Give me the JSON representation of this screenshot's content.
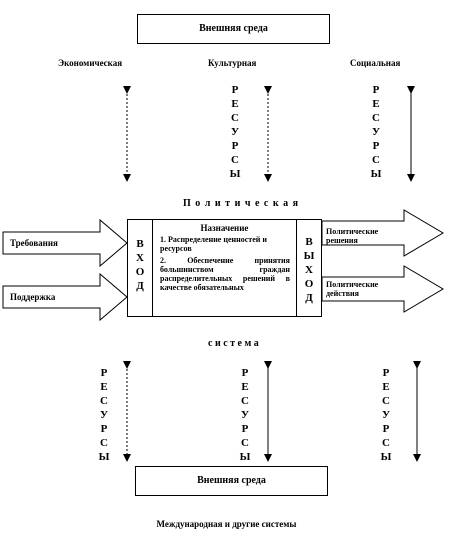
{
  "top_env_box": {
    "label": "Внешняя среда"
  },
  "bottom_env_box": {
    "label": "Внешняя среда"
  },
  "top_labels": {
    "economic": "Экономическая",
    "cultural": "Культурная",
    "social": "Социальная"
  },
  "political_header": "П о л и т и ч е с к а я",
  "system_label": "с и с т е м а",
  "footer_label": "Международная и другие системы",
  "inputs": {
    "demands": "Требования",
    "support": "Поддержка"
  },
  "input_column": {
    "letters": [
      "В",
      "Х",
      "О",
      "Д"
    ]
  },
  "output_column": {
    "letters": [
      "В",
      "Ы",
      "Х",
      "О",
      "Д"
    ]
  },
  "purpose": {
    "title": "Назначение",
    "item1": "1. Распределение ценностей и ресурсов",
    "item2": "2. Обеспечение принятия большинством граждан распределительных решений в качестве обязательных"
  },
  "outputs": {
    "decisions": "Политические решения",
    "actions": "Политические действия"
  },
  "resources_letters": [
    "Р",
    "Е",
    "С",
    "У",
    "Р",
    "С",
    "Ы"
  ]
}
